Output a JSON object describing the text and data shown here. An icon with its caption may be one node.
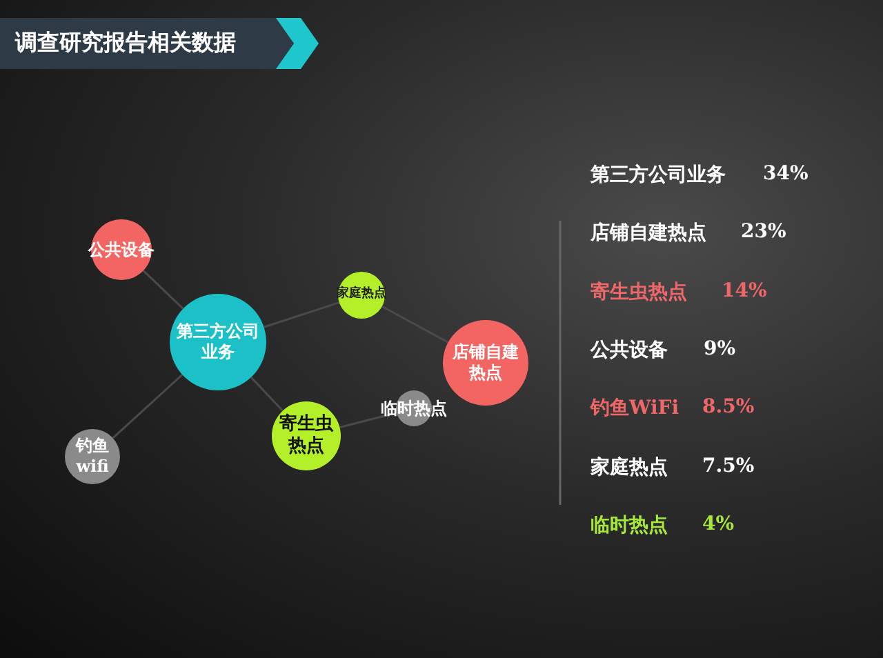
{
  "diagram": {
    "title": "调查研究报告相关数据",
    "nodes": [
      {
        "text": [
          "公共设备"
        ]
      },
      {
        "text": [
          "第三方公司业务"
        ]
      },
      {
        "text": [
          "家庭热点"
        ]
      },
      {
        "text": [
          "店铺自建热点"
        ]
      },
      {
        "text": [
          "寄生虫热点"
        ]
      },
      {
        "text": [
          "临时热点"
        ]
      },
      {
        "text": [
          "钓鱼wifi"
        ]
      }
    ],
    "edges": [
      {
        "from": 0,
        "to": 1,
        "arrow": "none"
      },
      {
        "from": 1,
        "to": 2,
        "arrow": "none"
      },
      {
        "from": 2,
        "to": 3,
        "arrow": "none"
      },
      {
        "from": 1,
        "to": 4,
        "arrow": "none"
      },
      {
        "from": 4,
        "to": 5,
        "arrow": "none"
      },
      {
        "from": 1,
        "to": 6,
        "arrow": "none"
      }
    ],
    "labels": [
      "第三方公司业务",
      "34%",
      "店铺自建热点",
      "23%",
      "寄生虫热点",
      "14%",
      "公共设备",
      "9%",
      "钓鱼WiFi",
      "8.5%",
      "家庭热点",
      "7.5%",
      "临时热点",
      "4%"
    ]
  }
}
